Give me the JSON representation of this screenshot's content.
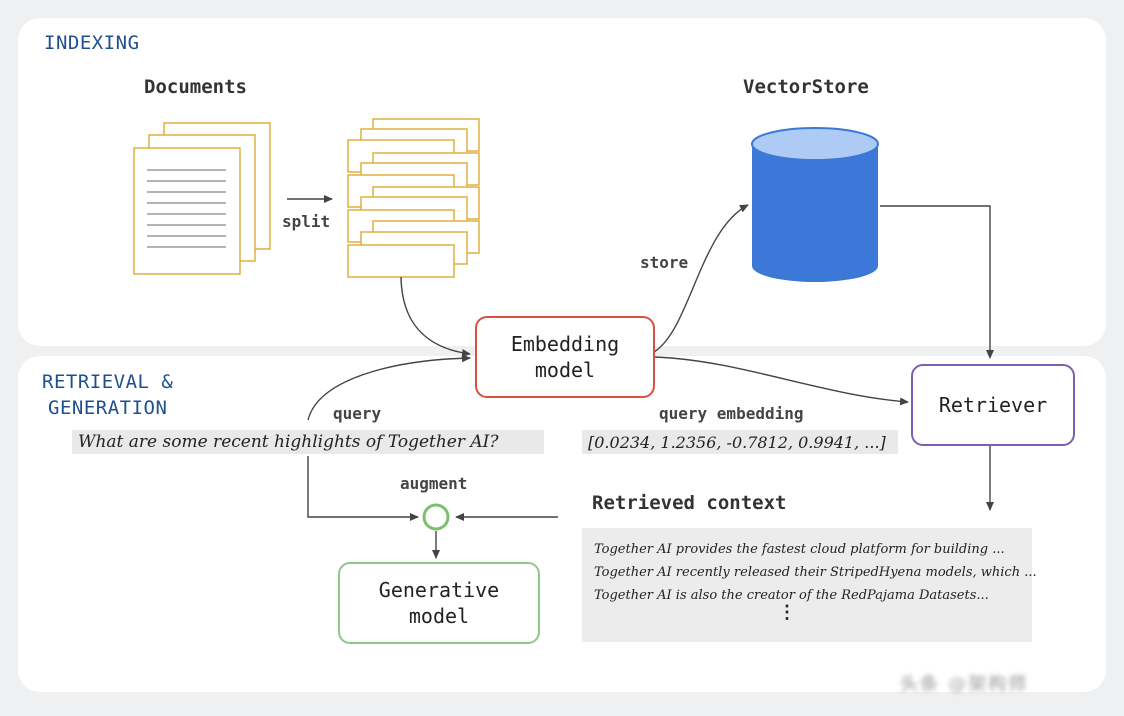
{
  "sections": {
    "indexing": "INDEXING",
    "retrieval_line1": "RETRIEVAL &",
    "retrieval_line2": "GENERATION"
  },
  "labels": {
    "documents": "Documents",
    "vectorstore": "VectorStore",
    "split": "split",
    "store": "store",
    "query": "query",
    "query_embedding": "query embedding",
    "augment": "augment",
    "retrieved_context": "Retrieved context"
  },
  "nodes": {
    "embedding_model": "Embedding\nmodel",
    "retriever": "Retriever",
    "generative_model": "Generative\nmodel"
  },
  "query_text": "What are some recent highlights of Together AI?",
  "embedding_vector": "[0.0234, 1.2356, -0.7812, 0.9941, ...]",
  "context_lines": [
    "Together AI provides the fastest cloud platform for building ...",
    "Together AI recently released their StripedHyena models, which ...",
    "Together AI is also the creator of the RedPajama Datasets..."
  ],
  "context_ellipsis": "⋮",
  "watermark": "头条 @架构师",
  "colors": {
    "document_stroke": "#e0b040",
    "embedding_border": "#d9503f",
    "retriever_border": "#7b5fb4",
    "generative_border": "#8cc98a",
    "db_blue": "#3b78d8",
    "db_top": "#aecbf5",
    "section_title": "#1f4f8f"
  }
}
